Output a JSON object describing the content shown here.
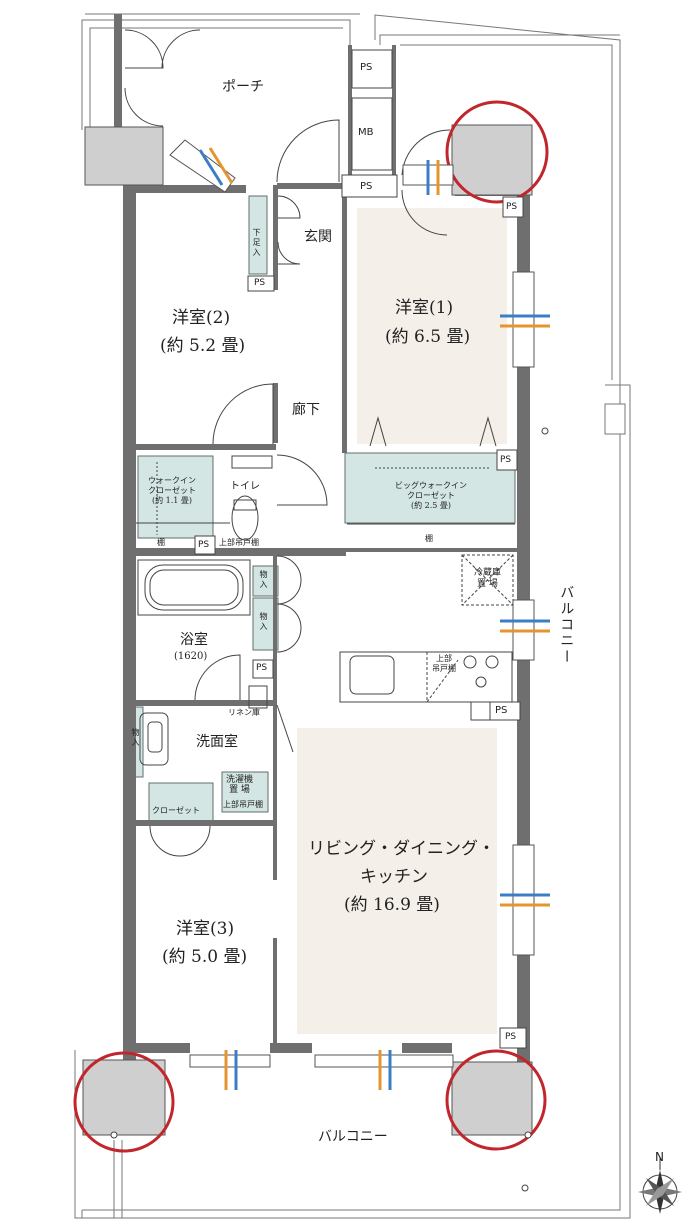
{
  "rooms": {
    "porch": "ポーチ",
    "entrance": "玄関",
    "hallway": "廊下",
    "toilet": "トイレ",
    "bathroom": "浴室",
    "bathroom_size": "(1620)",
    "washroom": "洗面室",
    "western1_name": "洋室(1)",
    "western1_size": "(約 6.5 畳)",
    "western2_name": "洋室(2)",
    "western2_size": "(約 5.2 畳)",
    "western3_name": "洋室(3)",
    "western3_size": "(約 5.0 畳)",
    "ldk_line1": "リビング・ダイニング・",
    "ldk_line2": "キッチン",
    "ldk_size": "(約 16.9 畳)",
    "balcony_side": "バルコニー",
    "balcony_bottom": "バルコニー"
  },
  "storage": {
    "wic_line1": "ウォークイン",
    "wic_line2": "クローゼット",
    "wic_size": "(約 1.1 畳)",
    "big_wic_line1": "ビッグウォークイン",
    "big_wic_line2": "クローゼット",
    "big_wic_size": "(約 2.5 畳)",
    "closet": "クローゼット",
    "shelf": "棚",
    "shoe_box": "下足入",
    "storage_a": "物入",
    "storage_b": "物入",
    "storage_c": "物入",
    "upper_cabinet_toilet": "上部吊戸棚",
    "upper_cabinet_kitchen_1": "上部",
    "upper_cabinet_kitchen_2": "吊戸棚",
    "upper_cabinet_washer": "上部吊戸棚",
    "linen": "リネン庫",
    "washer_line1": "洗濯機",
    "washer_line2": "置 場",
    "fridge_line1": "冷蔵庫",
    "fridge_line2": "置 場"
  },
  "utility": {
    "ps": "PS",
    "mb": "MB"
  },
  "compass": {
    "north": "N"
  },
  "colors": {
    "wall": "#6f6f6f",
    "floor_tint": "#f4efe9",
    "closet_fill": "#d3e6e3",
    "column_fill": "#cfcfcf",
    "highlight_circle": "#c0262b",
    "window_blue": "#3a7fc6",
    "window_orange": "#e4952e"
  }
}
